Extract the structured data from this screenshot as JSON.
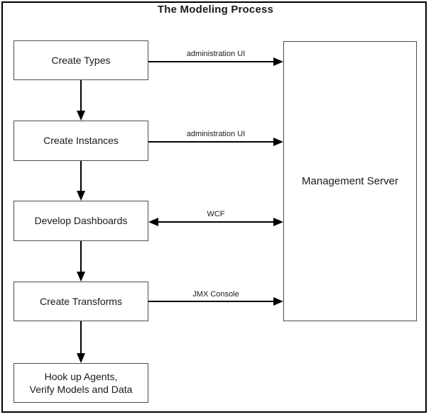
{
  "diagram": {
    "title": "The Modeling Process",
    "steps": [
      {
        "label": "Create Types"
      },
      {
        "label": "Create Instances"
      },
      {
        "label": "Develop Dashboards"
      },
      {
        "label": "Create Transforms"
      },
      {
        "label": "Hook up Agents,\nVerify Models and Data"
      }
    ],
    "server": {
      "label": "Management Server"
    },
    "connectors": [
      {
        "label": "administration UI",
        "from": "Create Types",
        "to": "Management Server",
        "direction": "right"
      },
      {
        "label": "administration UI",
        "from": "Create Instances",
        "to": "Management Server",
        "direction": "right"
      },
      {
        "label": "WCF",
        "from": "Develop Dashboards",
        "to": "Management Server",
        "direction": "both"
      },
      {
        "label": "JMX Console",
        "from": "Create Transforms",
        "to": "Management Server",
        "direction": "right"
      }
    ],
    "colors": {
      "background": "#ffffff",
      "frame": "#000000",
      "box_border": "#4d4d4d",
      "arrow": "#000000",
      "text": "#1a1a1a"
    }
  }
}
